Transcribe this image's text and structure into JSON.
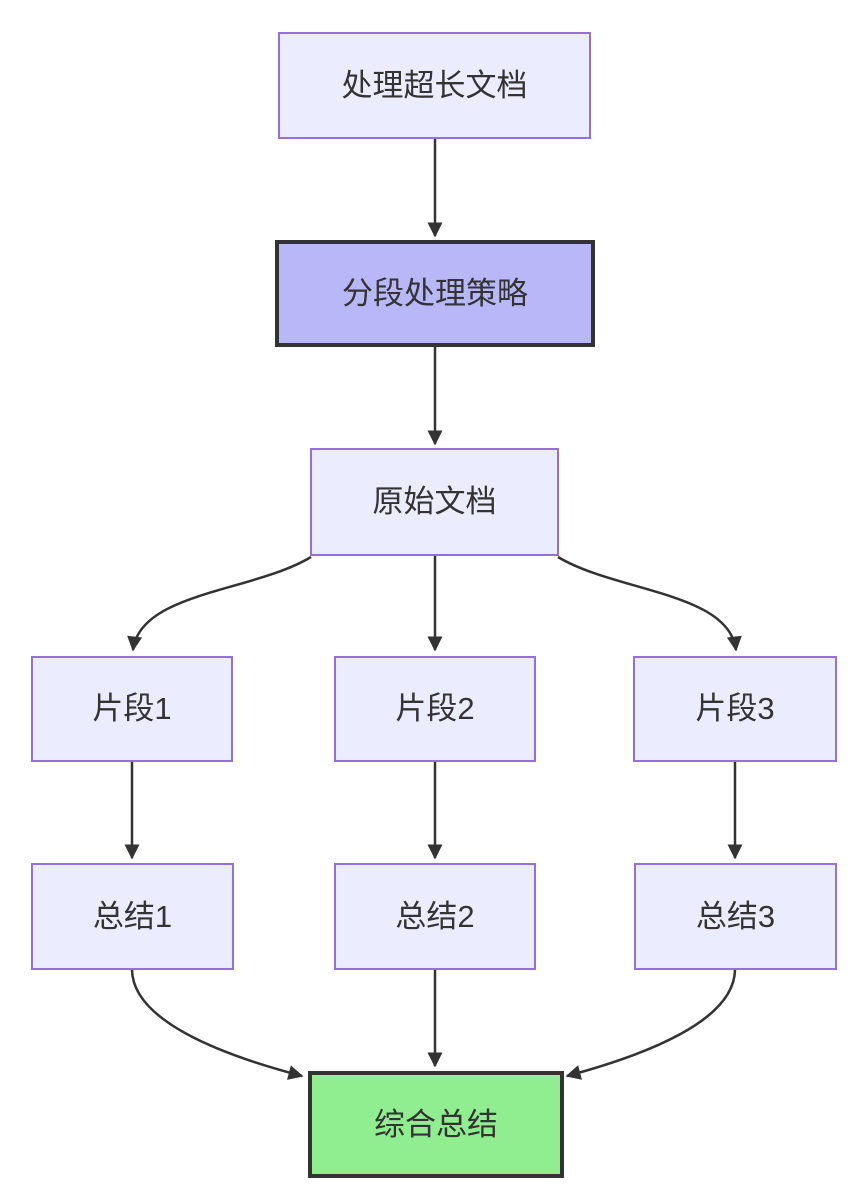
{
  "diagram": {
    "type": "flowchart",
    "direction": "top-down",
    "nodes": [
      {
        "id": "A",
        "label": "处理超长文档",
        "style": "default"
      },
      {
        "id": "B",
        "label": "分段处理策略",
        "style": "emphasis-purple"
      },
      {
        "id": "C",
        "label": "原始文档",
        "style": "default"
      },
      {
        "id": "D",
        "label": "片段1",
        "style": "default"
      },
      {
        "id": "E",
        "label": "片段2",
        "style": "default"
      },
      {
        "id": "F",
        "label": "片段3",
        "style": "default"
      },
      {
        "id": "G",
        "label": "总结1",
        "style": "default"
      },
      {
        "id": "H",
        "label": "总结2",
        "style": "default"
      },
      {
        "id": "I",
        "label": "总结3",
        "style": "default"
      },
      {
        "id": "J",
        "label": "综合总结",
        "style": "emphasis-green"
      }
    ],
    "edges": [
      {
        "from": "A",
        "to": "B"
      },
      {
        "from": "B",
        "to": "C"
      },
      {
        "from": "C",
        "to": "D"
      },
      {
        "from": "C",
        "to": "E"
      },
      {
        "from": "C",
        "to": "F"
      },
      {
        "from": "D",
        "to": "G"
      },
      {
        "from": "E",
        "to": "H"
      },
      {
        "from": "F",
        "to": "I"
      },
      {
        "from": "G",
        "to": "J"
      },
      {
        "from": "H",
        "to": "J"
      },
      {
        "from": "I",
        "to": "J"
      }
    ],
    "colors": {
      "background": "#FFFFFF",
      "node_fill": "#ECECFF",
      "node_border": "#9370DB",
      "strategy_node_fill": "#B8B8F8",
      "final_node_fill": "#90EE90",
      "emphasis_border": "#333333",
      "edge_stroke": "#333333",
      "label_text": "#333333"
    }
  }
}
